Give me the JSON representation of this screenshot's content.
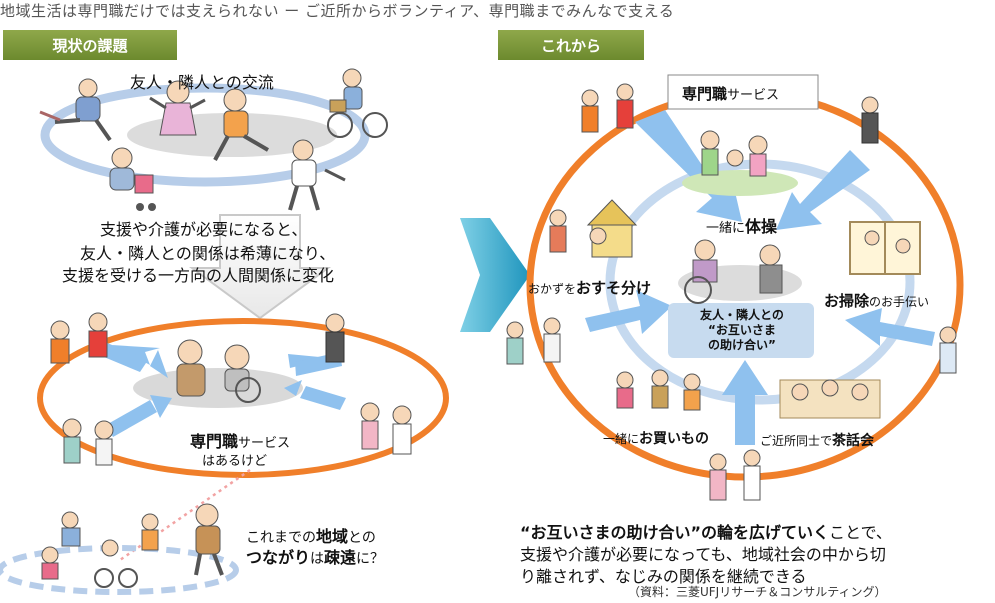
{
  "page_title": "地域生活は専門職だけでは支えられない ー ご近所からボランティア、専門職までみんなで支える",
  "left": {
    "tag": "現状の課題",
    "friends_label": "友人・隣人との交流",
    "narrative": [
      "支援や介護が必要になると、",
      "友人・隣人との関係は希薄になり、",
      "支援を受ける一方向の人間関係に変化"
    ],
    "service_bold": "専門職",
    "service_suffix": "サービス",
    "service_sub": "はあるけど",
    "bottom_l1a": "これまでの",
    "bottom_l1b": "地域",
    "bottom_l1c": "との",
    "bottom_l2a": "つながり",
    "bottom_l2b": "は",
    "bottom_l2c": "疎遠",
    "bottom_l2d": "に？"
  },
  "right": {
    "tag": "これから",
    "service_bold": "専門職",
    "service_suffix": "サービス",
    "exercise_pre": "一緒に",
    "exercise_bold": "体操",
    "share_pre": "おかずを",
    "share_bold": "おすそ分け",
    "clean_bold": "お掃除",
    "clean_suffix": "のお手伝い",
    "shop_pre": "一緒に",
    "shop_bold": "お買いもの",
    "tea_pre": "ご近所同士で",
    "tea_bold": "茶話会",
    "center_lines": [
      "友人・隣人との",
      "“お互いさま",
      "の助け合い”"
    ],
    "conclusion_bold": "“お互いさまの助け合い”の輪を広げていく",
    "conclusion_rest": "ことで、",
    "conclusion_l2": "支援や介護が必要になっても、地域社会の中から切",
    "conclusion_l3": "り離されず、なじみの関係を継続できる",
    "source": "（資料：三菱UFJリサーチ＆コンサルティング）"
  },
  "colors": {
    "tag_green": "#7a9636",
    "ring_orange": "#f07f2a",
    "ring_blue": "#aec8e8",
    "arrow_blue": "#8fc1ee",
    "big_arrow_teal": "#2fa6c8"
  }
}
